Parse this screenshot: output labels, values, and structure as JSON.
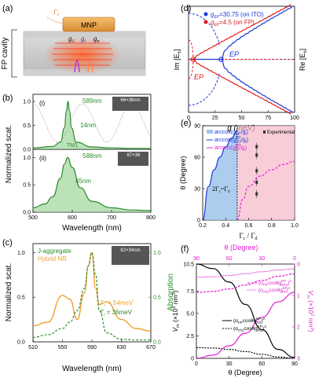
{
  "panels": {
    "a": {
      "label": "(a)",
      "side_label": "FP cavity",
      "mnp_label": "MNP",
      "gamma_c_label": "Γ",
      "gamma_c_sub": "c",
      "g_labels": [
        "g",
        "g",
        "g"
      ],
      "g_subs": [
        "1",
        "i",
        "n"
      ]
    },
    "b": {
      "label": "(b)",
      "sub_i": "(i)",
      "sub_ii": "(ii)",
      "peak_i": "589nm",
      "size_i": "66×36nm",
      "width_i": "14nm",
      "mode_i": "TM1",
      "peak_ii": "588nm",
      "size_ii": "67×36",
      "width_ii": "45nm",
      "ylabel": "Normalized scat.",
      "xlabel": "Wavelength (nm)",
      "xticks": [
        "500",
        "600",
        "700",
        "800"
      ],
      "yticks_top": [
        "0.0",
        "0.5",
        "1.0"
      ],
      "yticks_bot": [
        "0.0",
        "0.5",
        "1.0"
      ]
    },
    "c": {
      "label": "(c)",
      "legend_1": "J-aggregate",
      "legend_2": "Hybrid NR",
      "size": "82×34nm",
      "gamma_c": "Γ",
      "gamma_c_sub": "c",
      "gamma_c_val": " = 54meV",
      "gamma_d": "Γ",
      "gamma_d_sub": "i",
      "gamma_d_val": " = 36meV",
      "ylabel_left": "Normalized scat.",
      "ylabel_right": "Absorption",
      "xlabel": "Wavelength (nm)",
      "xticks": [
        "510",
        "550",
        "590",
        "630",
        "670"
      ],
      "yticks_left": [
        "0.0",
        "0.5",
        "1.0"
      ],
      "yticks_right": [
        "0.0",
        "0.5",
        "1.0"
      ]
    },
    "d": {
      "label": "(d)",
      "legend_1": "g",
      "legend_1_sub": "EP",
      "legend_1_val": "=30.75 (on ITO)",
      "legend_2": "g",
      "legend_2_sub": "EP",
      "legend_2_val": "=4.5 (on FP)",
      "ep_blue": "EP",
      "ep_red": "EP",
      "ylabel_left": "Im [E",
      "ylabel_left_sub": "±",
      "ylabel_right": "Re [E",
      "ylabel_right_sub": "±",
      "xlabel": "g (meV)",
      "xticks": [
        "0",
        "25",
        "50",
        "75",
        "100"
      ]
    },
    "e": {
      "label": "(e)",
      "legend_1": "arccos(g",
      "legend_1_b": "/g",
      "legend_1_sub": "EP",
      "legend_1_sub2": "i",
      "legend_1_end": ")",
      "legend_exp": "Experimental",
      "legend_2": "arccos(g",
      "legend_2_b": "/g",
      "legend_2_sup": "EP",
      "legend_2_sub": "ITO",
      "legend_2_sub2": "i",
      "legend_2_end": ")",
      "legend_3": "arccos(g",
      "legend_3_b": "/g",
      "legend_3_sup": "EP",
      "legend_3_sub": "FP",
      "legend_3_sub2": "i",
      "legend_3_end": ")",
      "region_label": "2Γ",
      "region_sub1": "c",
      "region_mid": "=Γ",
      "region_sub2": "d",
      "ylabel": "θ (Degree)",
      "xlabel": "Γ",
      "xlabel_sub1": "c",
      "xlabel_mid": " / Γ",
      "xlabel_sub2": "d",
      "xticks": [
        "0.2",
        "0.4",
        "0.6",
        "0.8",
        "1.0"
      ],
      "yticks": [
        "0",
        "30",
        "60",
        "90"
      ]
    },
    "f": {
      "label": "(f)",
      "top_label": "θ (Degree)",
      "top_ticks": [
        "90",
        "60",
        "30",
        "0"
      ],
      "bottom_label": "θ (Degree)",
      "bottom_ticks": [
        "0",
        "30",
        "60",
        "90"
      ],
      "ylabel_left": "V",
      "ylabel_left_sub": "m",
      "ylabel_left_unit": " (×10",
      "ylabel_left_unit_sup": "5",
      "ylabel_left_unit_end": " nm",
      "ylabel_left_unit_sup2": "3",
      "ylabel_left_unit_end2": ")",
      "ylabel_right": "V",
      "ylabel_right_sub": "m",
      "ylabel_right_unit": " (×10",
      "ylabel_right_unit_sup": "2",
      "ylabel_right_unit_end": " nm",
      "ylabel_right_unit_sup2": "3",
      "ylabel_right_unit_end2": ")",
      "yticks_left": [
        "0",
        "2.5",
        "5.0",
        "7.5",
        "10.5"
      ],
      "yticks_right": [
        "0",
        "1",
        "2",
        "3"
      ],
      "legend_1": "(α",
      "legend_1_sub": "FP",
      "legend_1_mid": "cosθg",
      "legend_1_sup": "EP",
      "legend_1_sub2": "ITO",
      "legend_1_end": ")",
      "legend_1_sup2": "2",
      "legend_2": "(α",
      "legend_2_sub": "ITO",
      "legend_2_mid": "cosθg",
      "legend_2_sup": "EP",
      "legend_2_sub2": "ITO",
      "legend_2_end": ")",
      "legend_2_sup2": "2",
      "legend_3": "(α",
      "legend_3_sub": "FP",
      "legend_3_mid": "cosθg",
      "legend_3_sup": "EP",
      "legend_3_sub2": "SRS",
      "legend_3_end": ")",
      "legend_3_sup2": "2",
      "legend_4": "(α",
      "legend_4_sub": "ITO",
      "legend_4_mid": "cosθg",
      "legend_4_sup": "EP",
      "legend_4_sub2": "FP",
      "legend_4_end": ")",
      "legend_4_sup2": "2"
    }
  },
  "colors": {
    "green": "#2a8c2a",
    "green_fill": "#8fcf8a",
    "orange": "#f0a030",
    "blue": "#1a3adb",
    "red": "#e01818",
    "magenta": "#e020d0",
    "blue_fill": "#9fc4ec",
    "pink_fill": "#f5b8c8"
  },
  "chart_data": [
    {
      "panel": "b-i",
      "type": "line",
      "x": [
        500,
        550,
        570,
        580,
        585,
        589,
        593,
        598,
        610,
        650,
        700,
        750,
        800
      ],
      "series": [
        {
          "values": [
            0.03,
            0.06,
            0.15,
            0.45,
            0.8,
            1.0,
            0.8,
            0.45,
            0.15,
            0.05,
            0.03,
            0.02,
            0.02
          ]
        }
      ],
      "xlim": [
        500,
        800
      ],
      "ylim": [
        0,
        1.15
      ]
    },
    {
      "panel": "b-ii",
      "type": "line",
      "x": [
        500,
        530,
        550,
        570,
        580,
        588,
        600,
        620,
        650,
        700,
        750,
        800
      ],
      "series": [
        {
          "values": [
            0.08,
            0.15,
            0.28,
            0.62,
            0.88,
            1.0,
            0.82,
            0.45,
            0.2,
            0.08,
            0.04,
            0.03
          ]
        }
      ],
      "xlim": [
        500,
        800
      ],
      "ylim": [
        0,
        1.15
      ]
    },
    {
      "panel": "c",
      "type": "line",
      "x": [
        510,
        530,
        550,
        560,
        570,
        580,
        585,
        590,
        595,
        600,
        610,
        630,
        650,
        670
      ],
      "series": [
        {
          "name": "J-aggregate",
          "values": [
            0.05,
            0.08,
            0.15,
            0.22,
            0.35,
            0.6,
            0.85,
            1.0,
            0.75,
            0.35,
            0.1,
            0.03,
            0.02,
            0.02
          ]
        },
        {
          "name": "Hybrid NR",
          "values": [
            0.18,
            0.22,
            0.52,
            0.48,
            0.25,
            0.55,
            0.85,
            1.0,
            0.6,
            0.42,
            0.45,
            0.25,
            0.15,
            0.12
          ]
        }
      ],
      "xlim": [
        510,
        670
      ],
      "ylim": [
        0,
        1.1
      ]
    },
    {
      "panel": "e",
      "type": "area",
      "x": [
        0.2,
        0.25,
        0.3,
        0.35,
        0.4,
        0.45,
        0.5,
        0.55,
        0.6,
        0.7,
        0.8,
        0.9,
        1.0
      ],
      "series": [
        {
          "name": "blue",
          "values": [
            0,
            32,
            48,
            60,
            70,
            78,
            85,
            null,
            null,
            null,
            null,
            null,
            null
          ]
        },
        {
          "name": "magenta",
          "values": [
            null,
            null,
            null,
            null,
            null,
            null,
            0,
            20,
            32,
            42,
            48,
            53,
            56
          ]
        }
      ],
      "experimental": [
        {
          "x": 0.67,
          "y": 70
        },
        {
          "x": 0.67,
          "y": 62
        },
        {
          "x": 0.67,
          "y": 47
        },
        {
          "x": 0.67,
          "y": 36
        },
        {
          "x": 0.67,
          "y": 25
        }
      ],
      "xlim": [
        0.2,
        1.0
      ],
      "ylim": [
        0,
        90
      ]
    },
    {
      "panel": "f",
      "type": "line",
      "x": [
        0,
        15,
        30,
        45,
        60,
        75,
        90
      ],
      "series": [
        {
          "values": [
            10.5,
            10.0,
            8.5,
            6.0,
            3.2,
            1.0,
            0.1
          ]
        },
        {
          "values": [
            1.2,
            1.15,
            1.0,
            0.75,
            0.45,
            0.15,
            0.0
          ]
        },
        {
          "values": [
            3.0,
            2.9,
            2.6,
            2.2,
            1.7,
            1.2,
            0.9
          ]
        },
        {
          "values": [
            1.0,
            0.97,
            0.88,
            0.74,
            0.58,
            0.43,
            0.35
          ]
        },
        {
          "values": [
            0.6,
            0.58,
            0.52,
            0.44,
            0.35,
            0.27,
            0.22
          ]
        }
      ],
      "xlim": [
        0,
        90
      ],
      "ylim": [
        0,
        10.5
      ]
    }
  ]
}
